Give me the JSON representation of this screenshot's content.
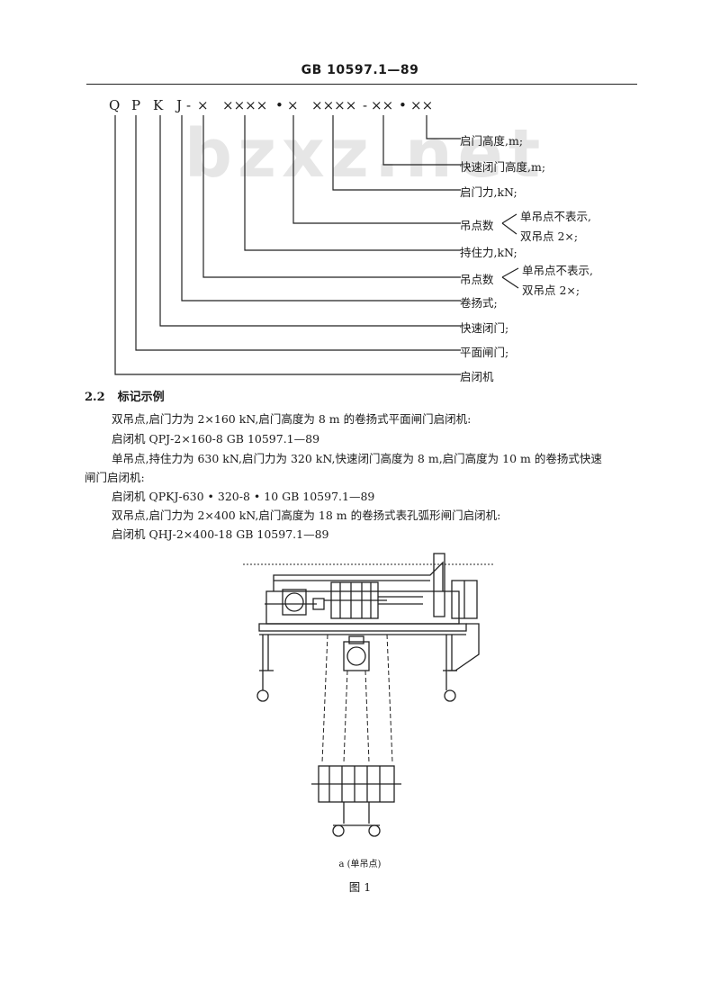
{
  "header": {
    "standard": "GB 10597.1—89"
  },
  "watermark": "bzxz.net",
  "code": {
    "chars": [
      "Q",
      "P",
      "K",
      "J",
      "-",
      "×",
      "××××",
      "•",
      "×",
      "××××",
      "-",
      "××",
      "•",
      "××"
    ]
  },
  "labels": {
    "open_height": "启门高度,m;",
    "fast_close_height": "快速闭门高度,m;",
    "open_force": "启门力,kN;",
    "lift_points_1": "吊点数",
    "lift_points_1_single": "单吊点不表示,",
    "lift_points_1_double": "双吊点 2×;",
    "holding_force": "持住力,kN;",
    "lift_points_2": "吊点数",
    "lift_points_2_single": "单吊点不表示,",
    "lift_points_2_double": "双吊点 2×;",
    "hoist_type": "卷扬式;",
    "fast_close_gate": "快速闭门;",
    "plane_gate": "平面闸门;",
    "hoist": "启闭机"
  },
  "section": {
    "number": "2.2",
    "title": "标记示例"
  },
  "examples": {
    "e1_desc": "双吊点,启门力为 2×160 kN,启门高度为 8 m 的卷扬式平面闸门启闭机:",
    "e1_code": "启闭机   QPJ-2×160-8   GB 10597.1—89",
    "e2_desc_1": "单吊点,持住力为 630 kN,启门力为 320 kN,快速闭门高度为 8 m,启门高度为 10 m 的卷扬式快速",
    "e2_desc_2": "闸门启闭机:",
    "e2_code": "启闭机   QPKJ-630 • 320-8 • 10   GB 10597.1—89",
    "e3_desc": "双吊点,启门力为 2×400 kN,启门高度为 18 m 的卷扬式表孔弧形闸门启闭机:",
    "e3_code": "启闭机   QHJ-2×400-18   GB 10597.1—89"
  },
  "figure": {
    "sub_caption": "a (单吊点)",
    "caption": "图 1"
  }
}
